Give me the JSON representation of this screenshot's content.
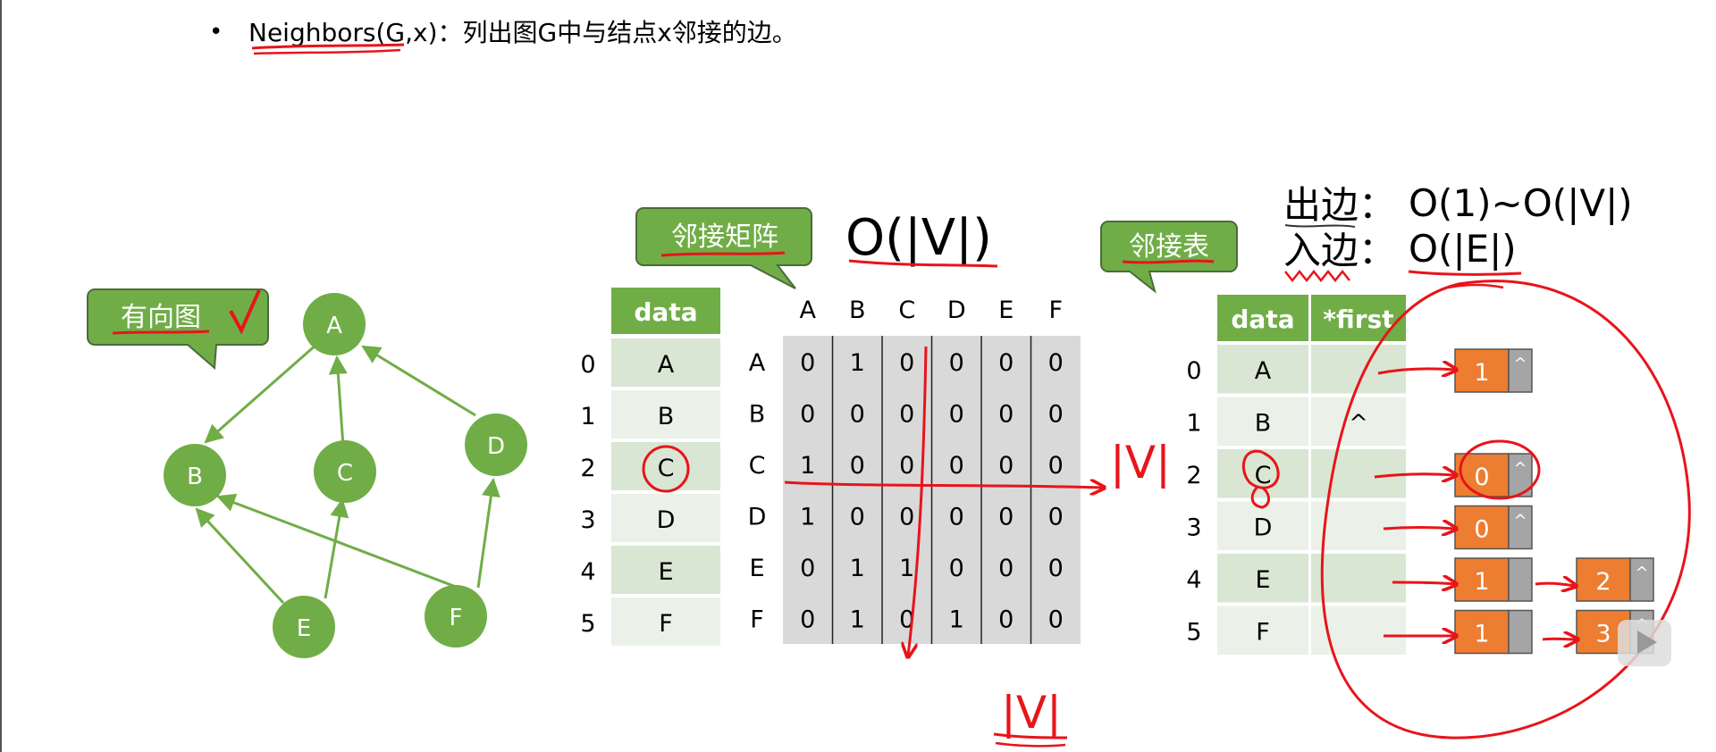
{
  "header": {
    "bullet": "•",
    "line": "Neighbors(G,x)：列出图G中与结点x邻接的边。"
  },
  "graph": {
    "callout": "有向图",
    "nodes": [
      "A",
      "B",
      "C",
      "D",
      "E",
      "F"
    ]
  },
  "matrix": {
    "callout": "邻接矩阵",
    "complexity": "O(|V|)",
    "data_header": "data",
    "row_indices": [
      "0",
      "1",
      "2",
      "3",
      "4",
      "5"
    ],
    "row_data": [
      "A",
      "B",
      "C",
      "D",
      "E",
      "F"
    ],
    "col_headers": [
      "A",
      "B",
      "C",
      "D",
      "E",
      "F"
    ],
    "row_headers": [
      "A",
      "B",
      "C",
      "D",
      "E",
      "F"
    ],
    "cells": [
      [
        "0",
        "1",
        "0",
        "0",
        "0",
        "0"
      ],
      [
        "0",
        "0",
        "0",
        "0",
        "0",
        "0"
      ],
      [
        "1",
        "0",
        "0",
        "0",
        "0",
        "0"
      ],
      [
        "1",
        "0",
        "0",
        "0",
        "0",
        "0"
      ],
      [
        "0",
        "1",
        "1",
        "0",
        "0",
        "0"
      ],
      [
        "0",
        "1",
        "0",
        "1",
        "0",
        "0"
      ]
    ],
    "note_row": "|V|",
    "note_col": "|V|"
  },
  "adjlist": {
    "callout": "邻接表",
    "out_label": "出边",
    "out_value": "O(1)~O(|V|)",
    "in_label": "入边",
    "in_value": "O(|E|)",
    "colon": "：",
    "header_data": "data",
    "header_first": "*first",
    "row_indices": [
      "0",
      "1",
      "2",
      "3",
      "4",
      "5"
    ],
    "row_data": [
      "A",
      "B",
      "C",
      "D",
      "E",
      "F"
    ],
    "first_values": [
      "",
      "^",
      "",
      "",
      "",
      ""
    ],
    "chains": [
      [
        "1"
      ],
      [],
      [
        "0"
      ],
      [
        "0"
      ],
      [
        "1",
        "2"
      ],
      [
        "1",
        "3"
      ]
    ],
    "null_mark": "^"
  },
  "colors": {
    "green": "#70ad47",
    "green_dark": "#548235",
    "header_green": "#70ad47",
    "row_green": "#d9e6d3",
    "row_light": "#ebf1e9",
    "matrix_gray": "#d9d9d9",
    "node_orange": "#ed7d31",
    "node_gray": "#a5a5a5",
    "ink_red": "#e8141a"
  }
}
